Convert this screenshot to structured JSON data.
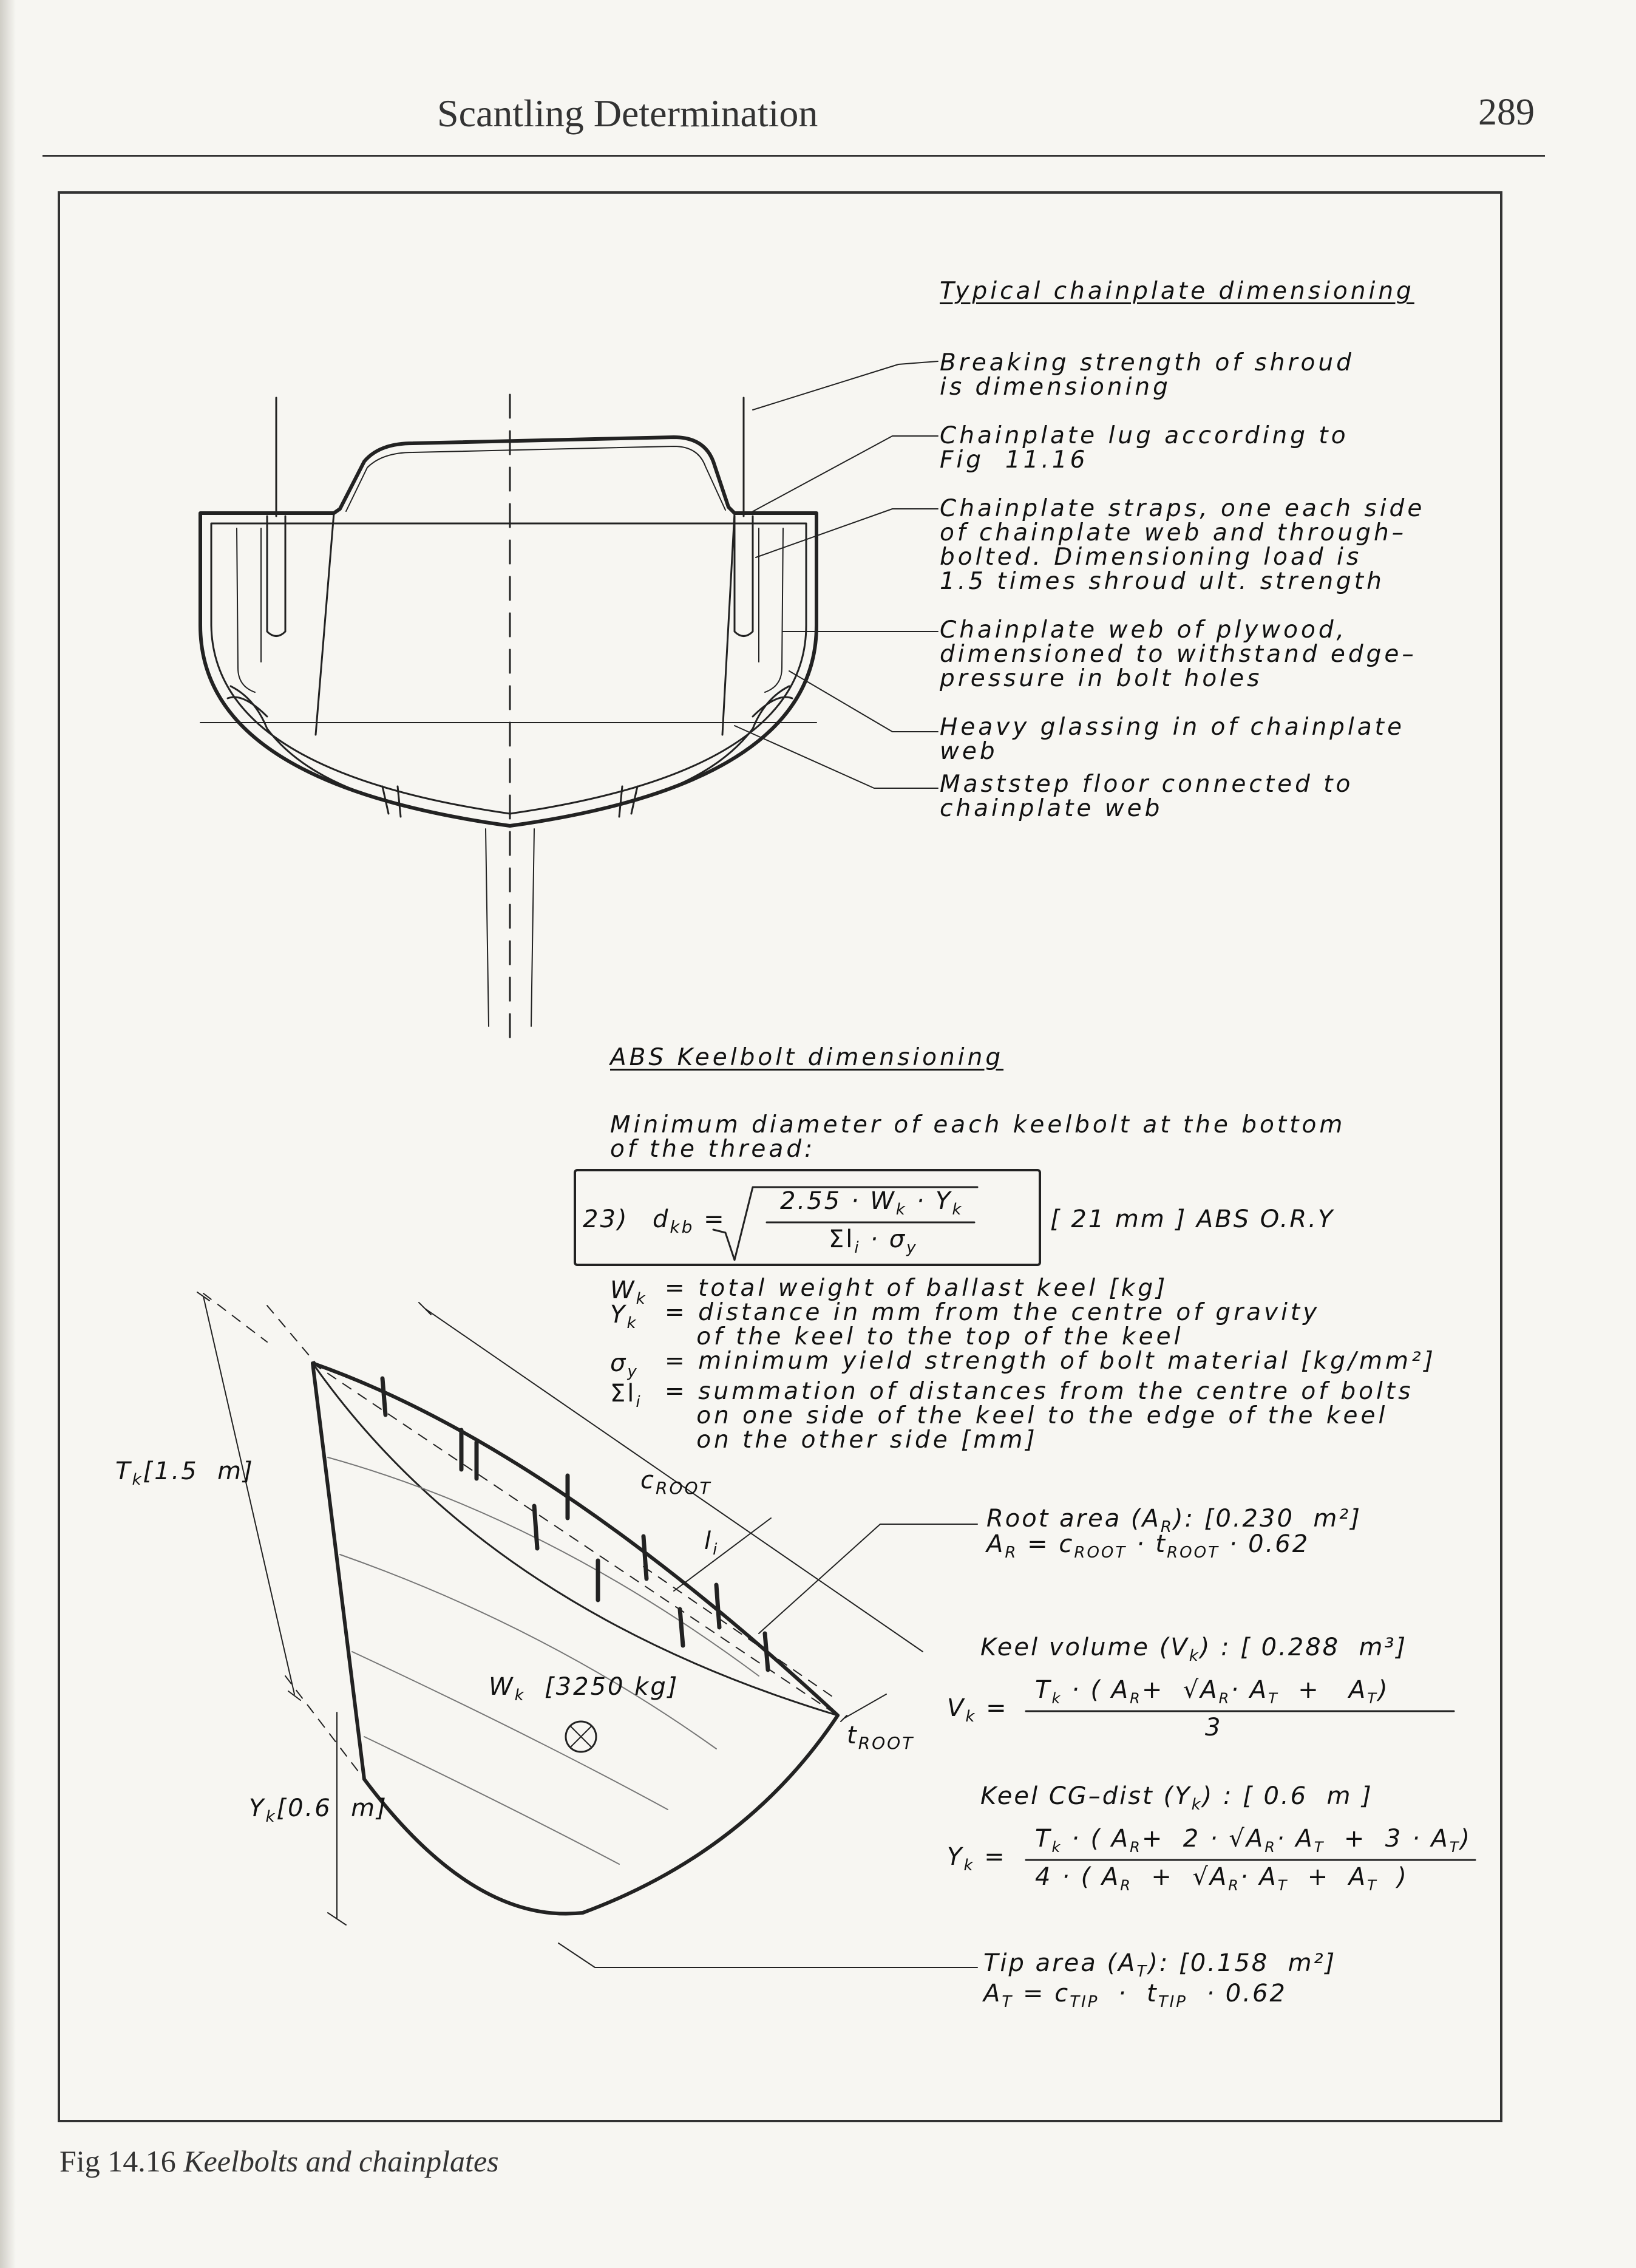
{
  "header": {
    "running_head": "Scantling Determination",
    "page_number": "289"
  },
  "caption": {
    "label": "Fig 14.16",
    "title": "Keelbolts and chainplates"
  },
  "chainplate": {
    "heading": "Typical chainplate dimensioning",
    "notes": [
      "Breaking strength of shroud\nis dimensioning",
      "Chainplate lug according to\nFig  11.16",
      "Chainplate straps, one each side\nof chainplate web and through–\nbolted. Dimensioning load is\n1.5 times shroud ult. strength",
      "Chainplate web of plywood,\ndimensioned to withstand edge–\npressure in bolt holes",
      "Heavy glassing in of chainplate\nweb",
      "Maststep floor connected to\nchainplate web"
    ]
  },
  "keelbolt": {
    "heading": "ABS Keelbolt dimensioning",
    "intro": "Minimum diameter of each keelbolt at the bottom\nof the thread:",
    "equation": {
      "number": "23)",
      "lhs": "d",
      "lhs_sub": "kb",
      "numerator": "2.55 · W",
      "numerator_tail": " · Y",
      "denominator": "Σl",
      "denominator_tail": " · σ",
      "result": "[ 21 mm ] ABS O.R.Y"
    },
    "definitions": [
      {
        "symbol": "W",
        "sub": "k",
        "text": "= total weight of ballast keel [kg]"
      },
      {
        "symbol": "Y",
        "sub": "k",
        "text": "= distance in mm from the centre of gravity\n   of the keel to the top of the keel"
      },
      {
        "symbol": "σ",
        "sub": "y",
        "text": "= minimum yield strength of bolt material [kg/mm²]"
      },
      {
        "symbol": "Σl",
        "sub": "i",
        "text": "= summation of distances from the centre of bolts\n   on one side of the keel to the edge of the keel\n   on the other side [mm]"
      }
    ]
  },
  "keel": {
    "tk_label": "T",
    "tk_value": "[1.5  m]",
    "yk_label": "Y",
    "yk_value": "[0.6  m]",
    "croot": "c",
    "croot_sub": "ROOT",
    "troot": "t",
    "troot_sub": "ROOT",
    "li": "l",
    "li_sub": "i",
    "wk": "W",
    "wk_sub": "k",
    "wk_value": "[3250 kg]",
    "root_area": {
      "title": "Root area (A",
      "title_sub": "R",
      "title_tail": "): [0.230  m²]",
      "formula": "A",
      "formula_sub": "R",
      "formula_rest": " = c",
      "f2_sub": "ROOT",
      "f3": " · t",
      "f3_sub": "ROOT",
      "f4": " · 0.62"
    },
    "keel_volume": {
      "title": "Keel volume (V",
      "title_sub": "k",
      "title_tail": ") : [ 0.288  m³]",
      "lhs": "V",
      "lhs_sub": "k",
      "eq": "=",
      "numerator": "T",
      "num_sub": "k",
      "num_rest": " · ( A",
      "num_r": "R",
      "num_plus": "+  √A",
      "num_r2": "R",
      "num_dot": "· A",
      "num_t": "T",
      "num_end": "  +   A",
      "num_t2": "T",
      "num_close": ")",
      "denominator": "3"
    },
    "keel_cg": {
      "title": "Keel CG–dist (Y",
      "title_sub": "k",
      "title_tail": ") : [ 0.6  m ]",
      "lhs": "Y",
      "lhs_sub": "k",
      "eq": "=",
      "numerator": "T",
      "num_sub": "k",
      "num_rest": " · ( A",
      "num_r": "R",
      "num_plus": "+  2 · √A",
      "num_r2": "R",
      "num_dot": "· A",
      "num_t": "T",
      "num_end": "  +  3 · A",
      "num_t2": "T",
      "num_close": ")",
      "denominator": "4 · ( A",
      "den_r": "R",
      "den_plus": "  +  √A",
      "den_r2": "R",
      "den_dot": "· A",
      "den_t": "T",
      "den_end": "  +  A",
      "den_t2": "T",
      "den_close": "  )"
    },
    "tip_area": {
      "title": "Tip area (A",
      "title_sub": "T",
      "title_tail": "): [0.158  m²]",
      "formula": "A",
      "formula_sub": "T",
      "formula_rest": " = c",
      "f2_sub": "TIP",
      "f3": "  ·  t",
      "f3_sub": "TIP",
      "f4": "  · 0.62"
    }
  }
}
